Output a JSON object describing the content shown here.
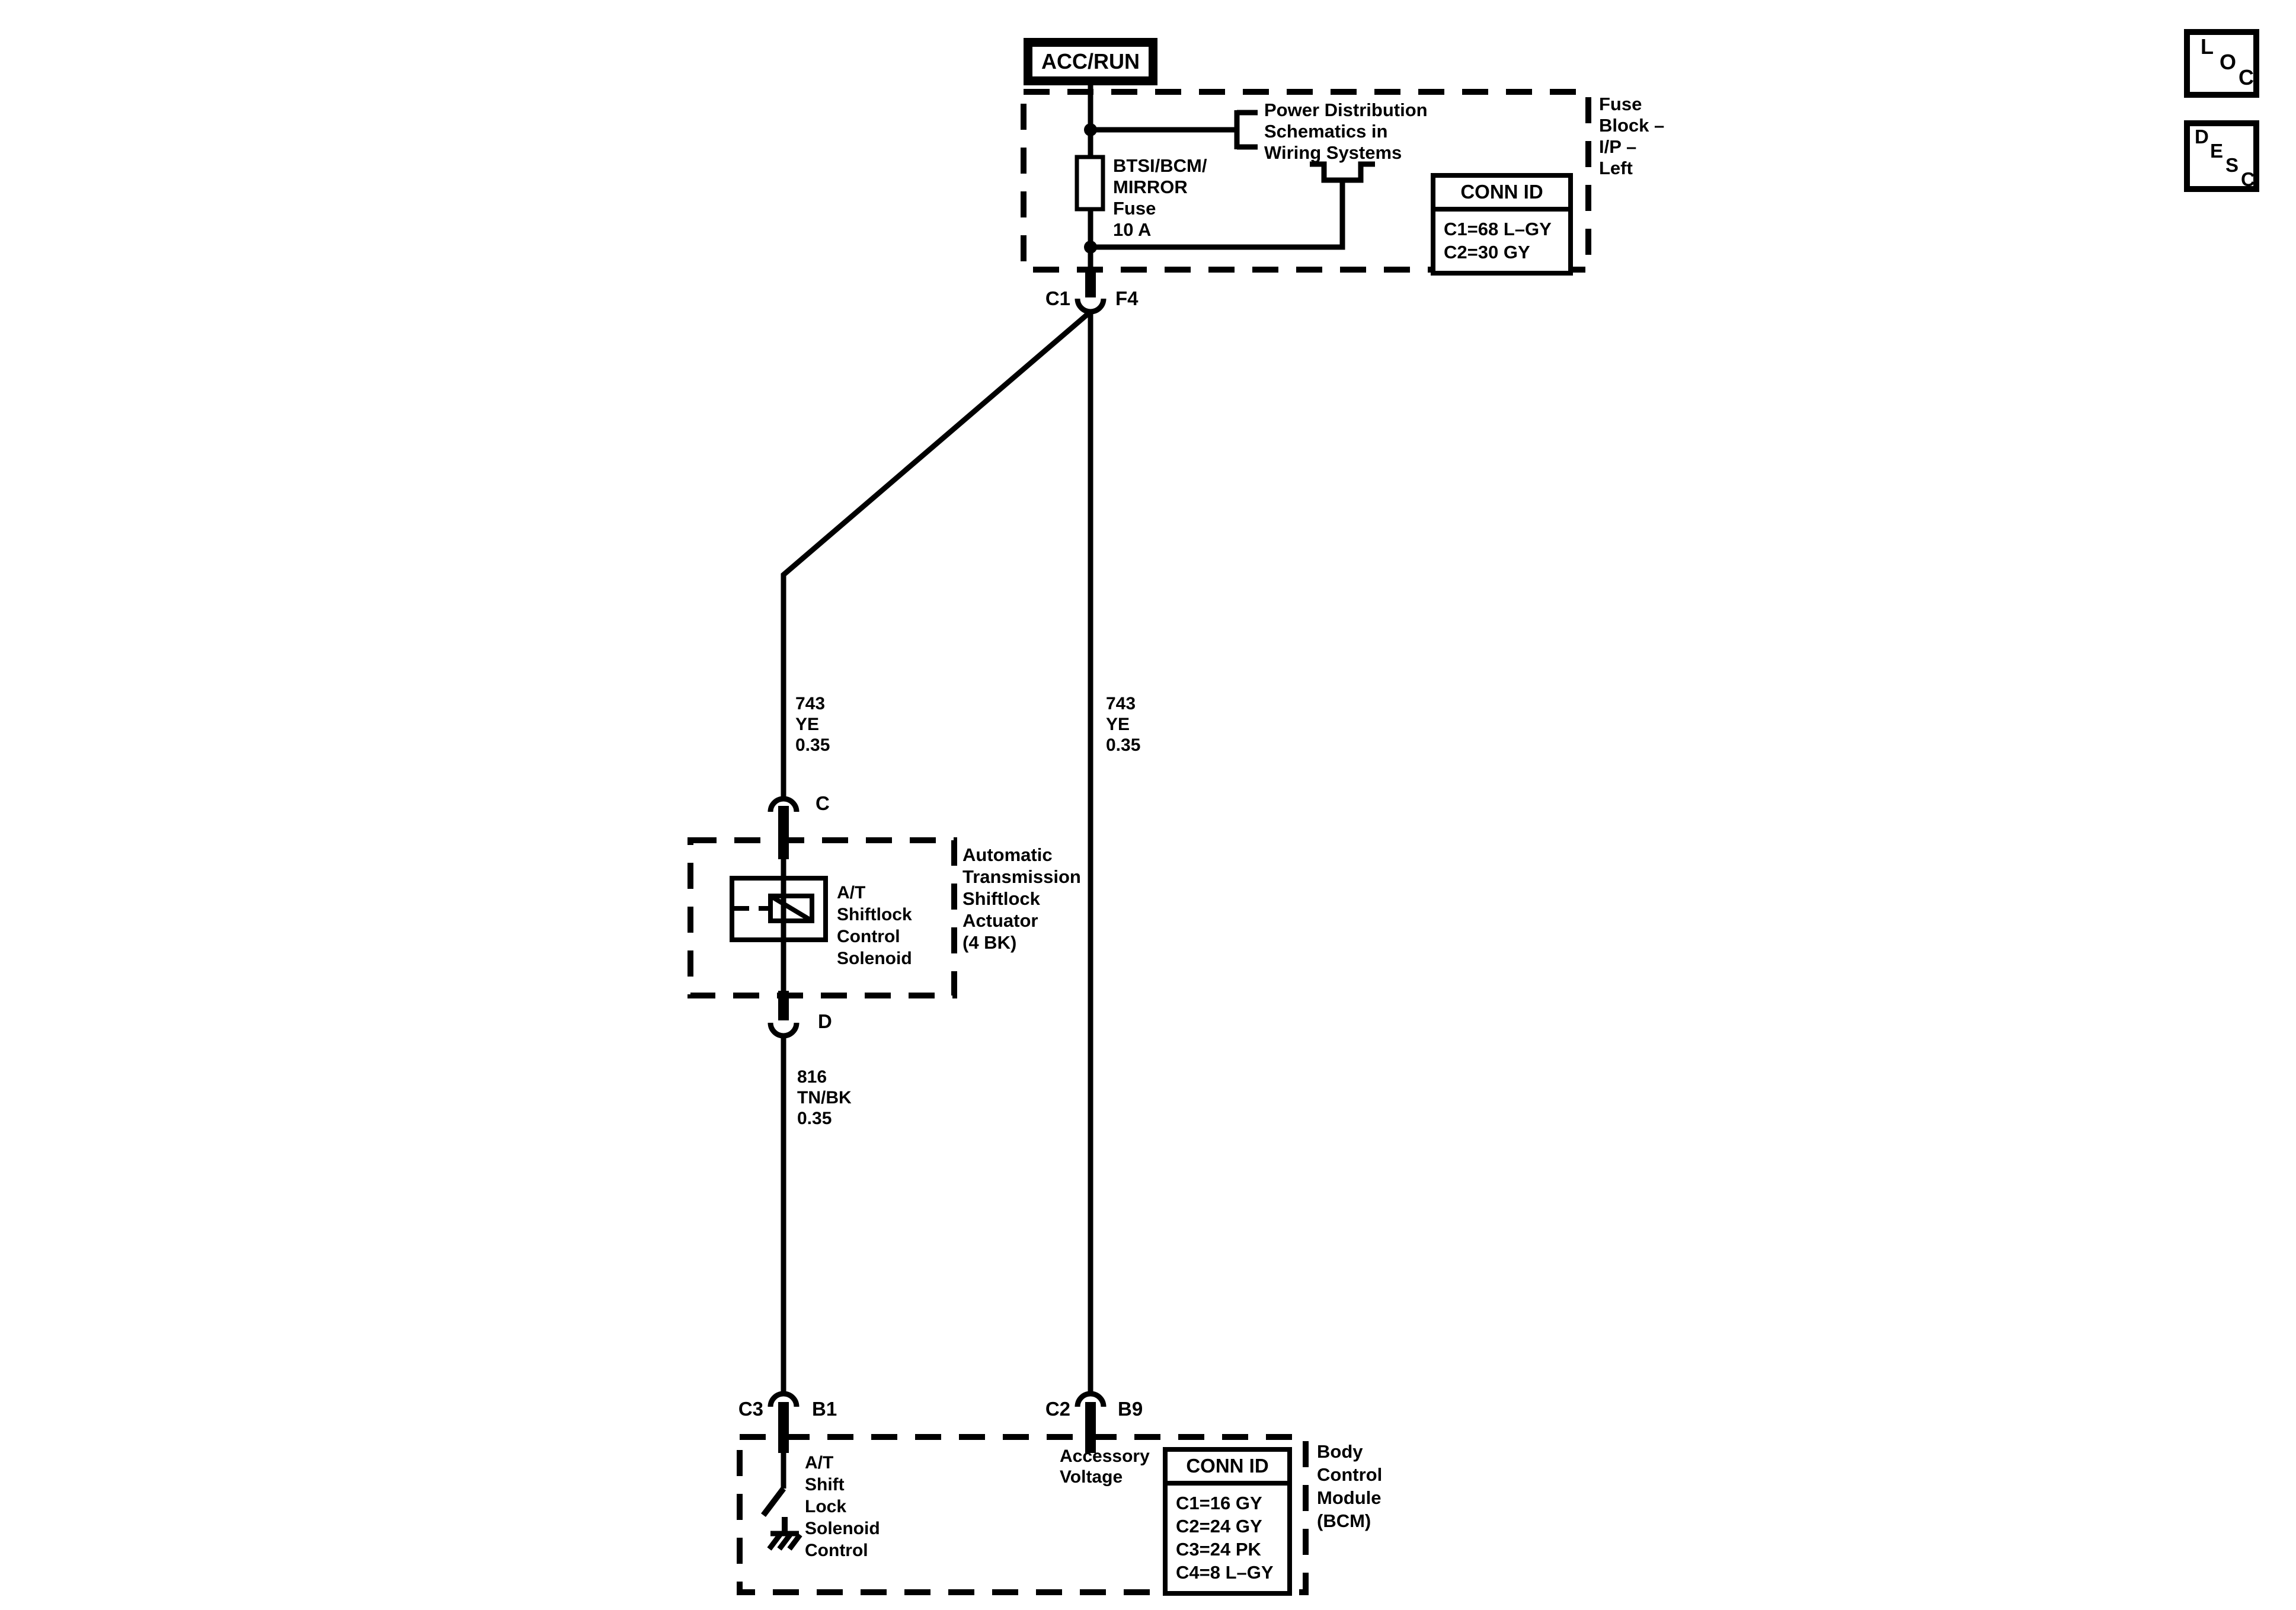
{
  "ignition_box": {
    "label": "ACC/RUN"
  },
  "corner": {
    "loc_letters": [
      "L",
      "O",
      "C"
    ],
    "desc_letters": [
      "D",
      "E",
      "S",
      "C"
    ]
  },
  "fuse_block": {
    "name_lines": [
      "Fuse",
      "Block –",
      "I/P –",
      "Left"
    ],
    "note_lines": [
      "Power Distribution",
      "Schematics in",
      "Wiring Systems"
    ],
    "fuse_lines": [
      "BTSI/BCM/",
      "MIRROR",
      "Fuse",
      "10 A"
    ],
    "conn_id": {
      "header": "CONN ID",
      "rows": [
        "C1=68 L–GY",
        "C2=30 GY"
      ]
    },
    "out_connector": {
      "left": "C1",
      "right": "F4"
    }
  },
  "wire_labels": {
    "left_branch": [
      "743",
      "YE",
      "0.35"
    ],
    "right_branch": [
      "743",
      "YE",
      "0.35"
    ],
    "solenoid_return": [
      "816",
      "TN/BK",
      "0.35"
    ]
  },
  "actuator": {
    "name_lines": [
      "Automatic",
      "Transmission",
      "Shiftlock",
      "Actuator",
      "(4 BK)"
    ],
    "solenoid_lines": [
      "A/T",
      "Shiftlock",
      "Control",
      "Solenoid"
    ],
    "in_connector": "C",
    "out_connector": "D"
  },
  "bcm": {
    "name_lines": [
      "Body",
      "Control",
      "Module",
      "(BCM)"
    ],
    "left_connector": {
      "left": "C3",
      "right": "B1"
    },
    "right_connector": {
      "left": "C2",
      "right": "B9"
    },
    "left_signal_lines": [
      "A/T",
      "Shift",
      "Lock",
      "Solenoid",
      "Control"
    ],
    "right_signal_lines": [
      "Accessory",
      "Voltage"
    ],
    "conn_id": {
      "header": "CONN ID",
      "rows": [
        "C1=16 GY",
        "C2=24 GY",
        "C3=24 PK",
        "C4=8 L–GY"
      ]
    }
  },
  "colors": {
    "ink": "#000000",
    "paper": "#ffffff"
  }
}
